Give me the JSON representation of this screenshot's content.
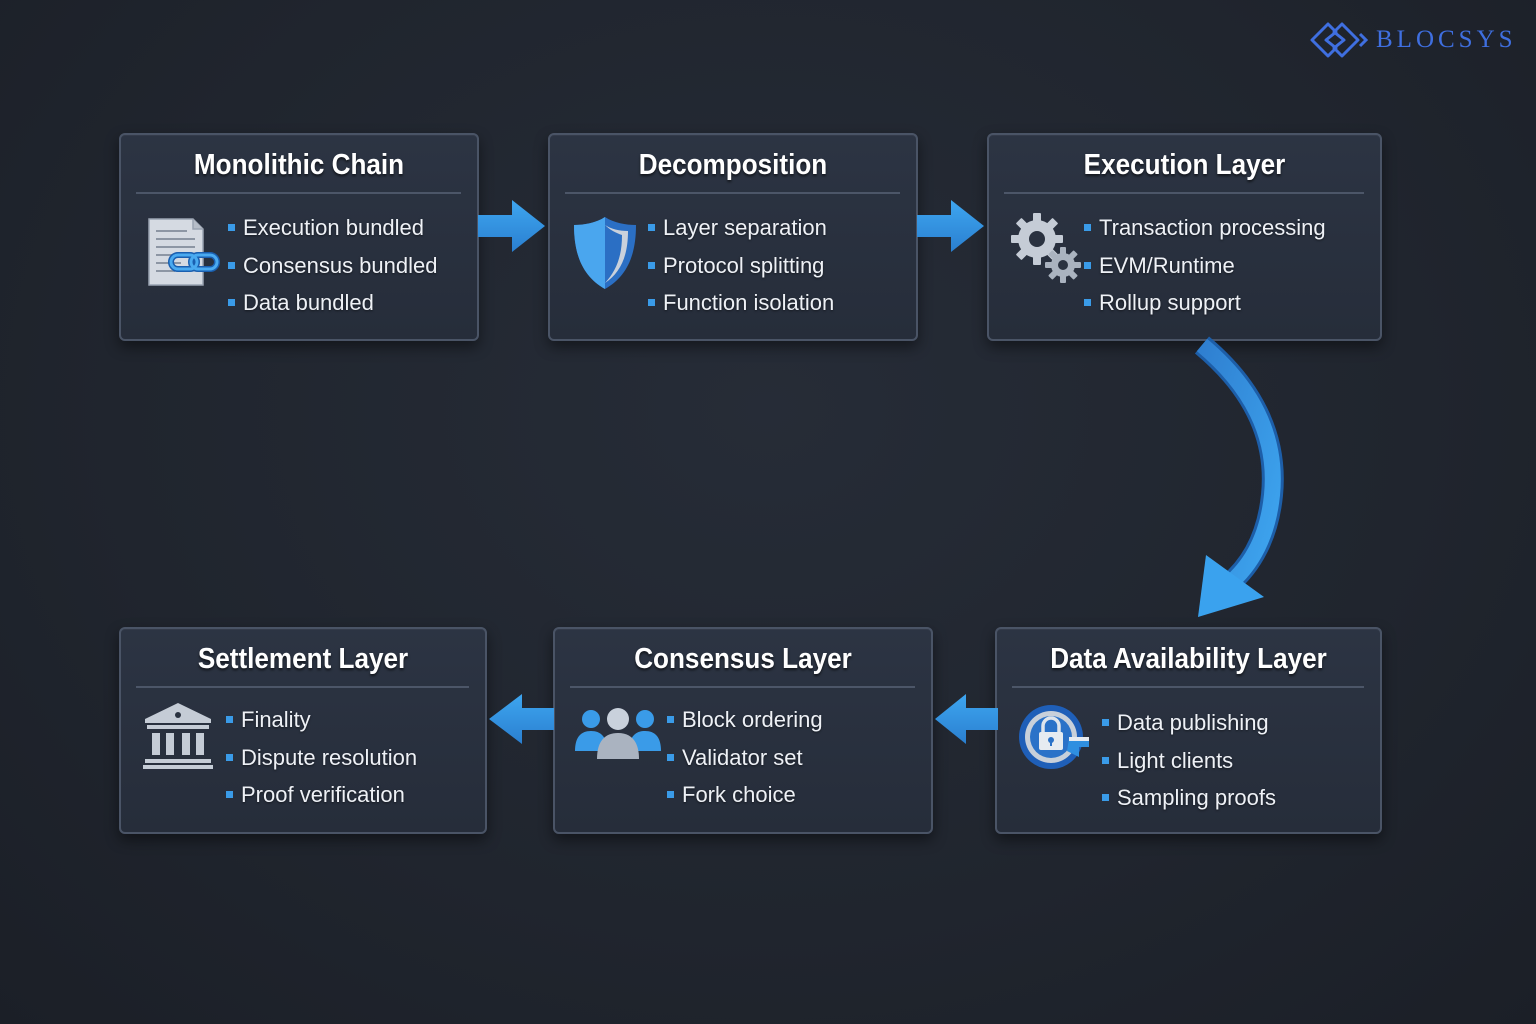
{
  "logo": {
    "text": "BLOCSYS"
  },
  "cards": [
    {
      "title": "Monolithic Chain",
      "icon": "document-link-icon",
      "items": [
        "Execution bundled",
        "Consensus bundled",
        "Data bundled"
      ]
    },
    {
      "title": "Decomposition",
      "icon": "shield-icon",
      "items": [
        "Layer separation",
        "Protocol splitting",
        "Function isolation"
      ]
    },
    {
      "title": "Execution Layer",
      "icon": "gears-icon",
      "items": [
        "Transaction processing",
        "EVM/Runtime",
        "Rollup support"
      ]
    },
    {
      "title": "Data Availability Layer",
      "icon": "lock-refresh-icon",
      "items": [
        "Data publishing",
        "Light clients",
        "Sampling proofs"
      ]
    },
    {
      "title": "Consensus Layer",
      "icon": "users-icon",
      "items": [
        "Block ordering",
        "Validator set",
        "Fork choice"
      ]
    },
    {
      "title": "Settlement Layer",
      "icon": "bank-icon",
      "items": [
        "Finality",
        "Dispute resolution",
        "Proof verification"
      ]
    }
  ],
  "colors": {
    "accent": "#3a9be8",
    "arrow": "#2f8fe0",
    "logo": "#3f6fe0",
    "card_border": "#4a5466"
  }
}
